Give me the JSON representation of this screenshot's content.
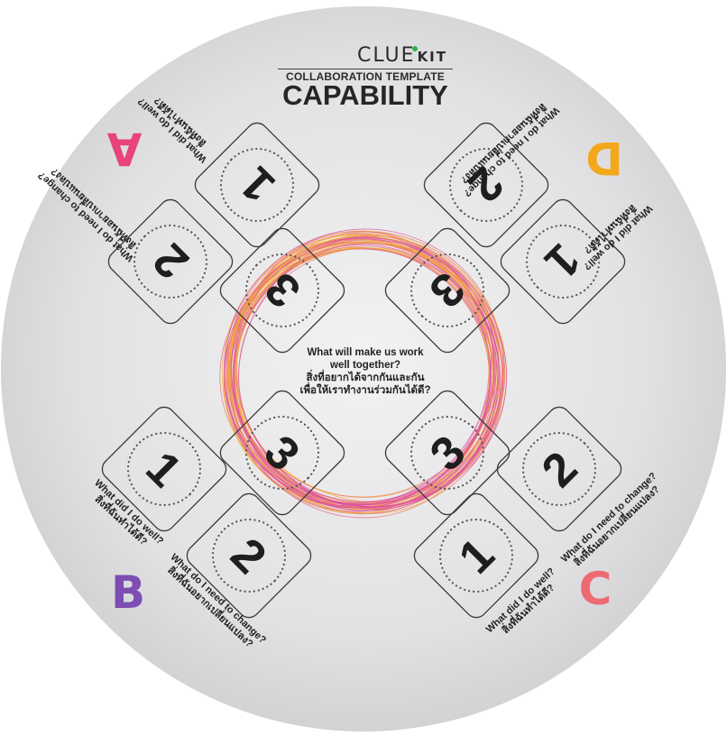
{
  "brand": {
    "logo_text": "CLUE",
    "logo_suffix": "KIT",
    "subtitle": "COLLABORATION TEMPLATE",
    "title": "CAPABILITY"
  },
  "center_question": {
    "en_line1": "What will make us work",
    "en_line2": "well together?",
    "th_line1": "สิ่งที่อยากได้จากกันและกัน",
    "th_line2": "เพื่อให้เราทำงานร่วมกันได้ดี?"
  },
  "sections": [
    {
      "letter": "A",
      "color": "#e8437a"
    },
    {
      "letter": "B",
      "color": "#7e4db3"
    },
    {
      "letter": "C",
      "color": "#ee6a72"
    },
    {
      "letter": "D",
      "color": "#f3a81c"
    }
  ],
  "prompts": {
    "did_well_en": "What did I do well?",
    "did_well_th": "สิ่งที่ฉันทำได้ดี?",
    "need_change_en": "What do I need to change?",
    "need_change_th": "สิ่งที่ฉันอยากเปลี่ยนแปลง?"
  },
  "card_numbers": {
    "one": "1",
    "two": "2",
    "three": "3"
  },
  "colors": {
    "board": "#e4e4e6",
    "ring_pink": "#dd4fa0",
    "ring_orange": "#f4a524",
    "card_stroke": "#3a3a3a",
    "dots": "#555555"
  }
}
